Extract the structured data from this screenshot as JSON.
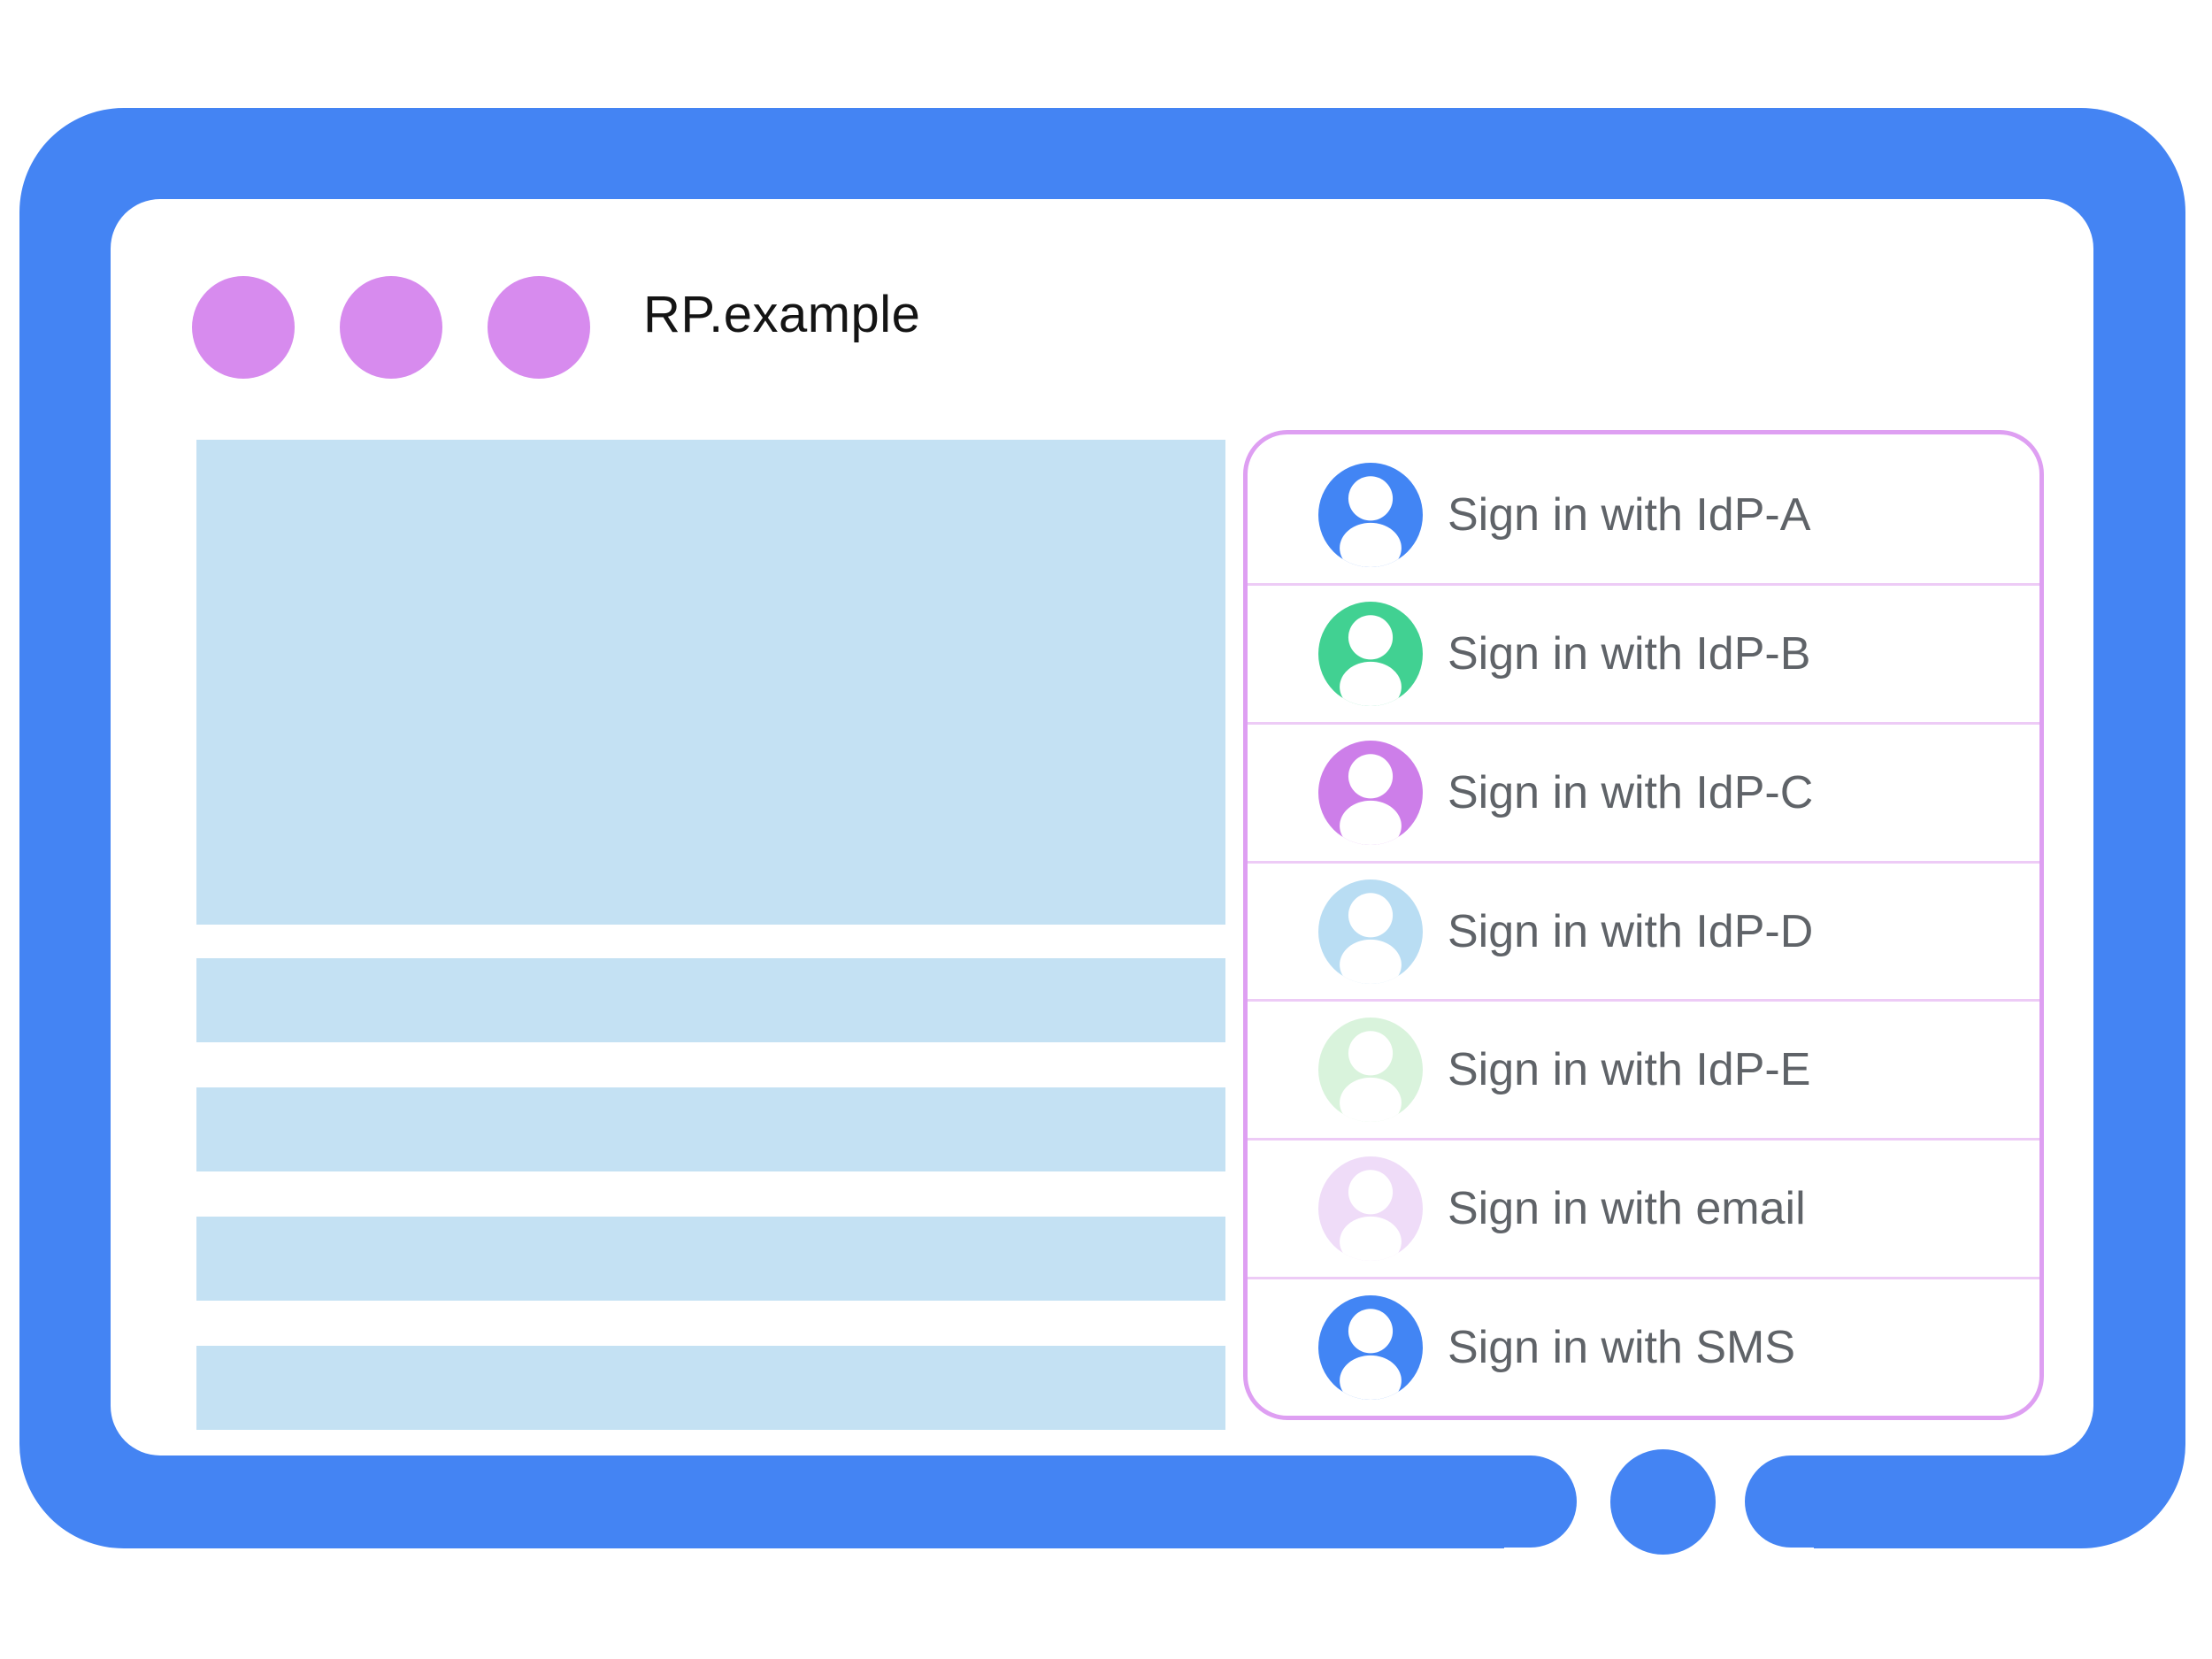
{
  "colors": {
    "frame_blue": "#4484F3",
    "placeholder_blue": "#C4E1F3",
    "window_dot_purple": "#D78BEE",
    "panel_border_purple": "#DE9FF2",
    "divider_purple": "#EDCBF6",
    "label_gray": "#5F6368",
    "title_black": "#141414",
    "avatar_person_white": "#FFFFFF"
  },
  "browser": {
    "title": "RP.example",
    "window_controls": [
      {
        "name": "window-control-dot-1"
      },
      {
        "name": "window-control-dot-2"
      },
      {
        "name": "window-control-dot-3"
      }
    ],
    "content_placeholders": {
      "hero_block": 1,
      "text_bars": 4
    },
    "home_button": {
      "present": true
    }
  },
  "signin_panel": {
    "options": [
      {
        "label": "Sign in with IdP-A",
        "icon": "person-circle-icon",
        "avatar_color": "#4285F4"
      },
      {
        "label": "Sign in with IdP-B",
        "icon": "person-circle-icon",
        "avatar_color": "#41D192"
      },
      {
        "label": "Sign in with IdP-C",
        "icon": "person-circle-icon",
        "avatar_color": "#CD7EE9"
      },
      {
        "label": "Sign in with IdP-D",
        "icon": "person-circle-icon",
        "avatar_color": "#B9DDF3"
      },
      {
        "label": "Sign in with IdP-E",
        "icon": "person-circle-icon",
        "avatar_color": "#D9F3DC"
      },
      {
        "label": "Sign in with email",
        "icon": "person-circle-icon",
        "avatar_color": "#EFDCF8"
      },
      {
        "label": "Sign in with SMS",
        "icon": "person-circle-icon",
        "avatar_color": "#4285F4"
      }
    ]
  }
}
